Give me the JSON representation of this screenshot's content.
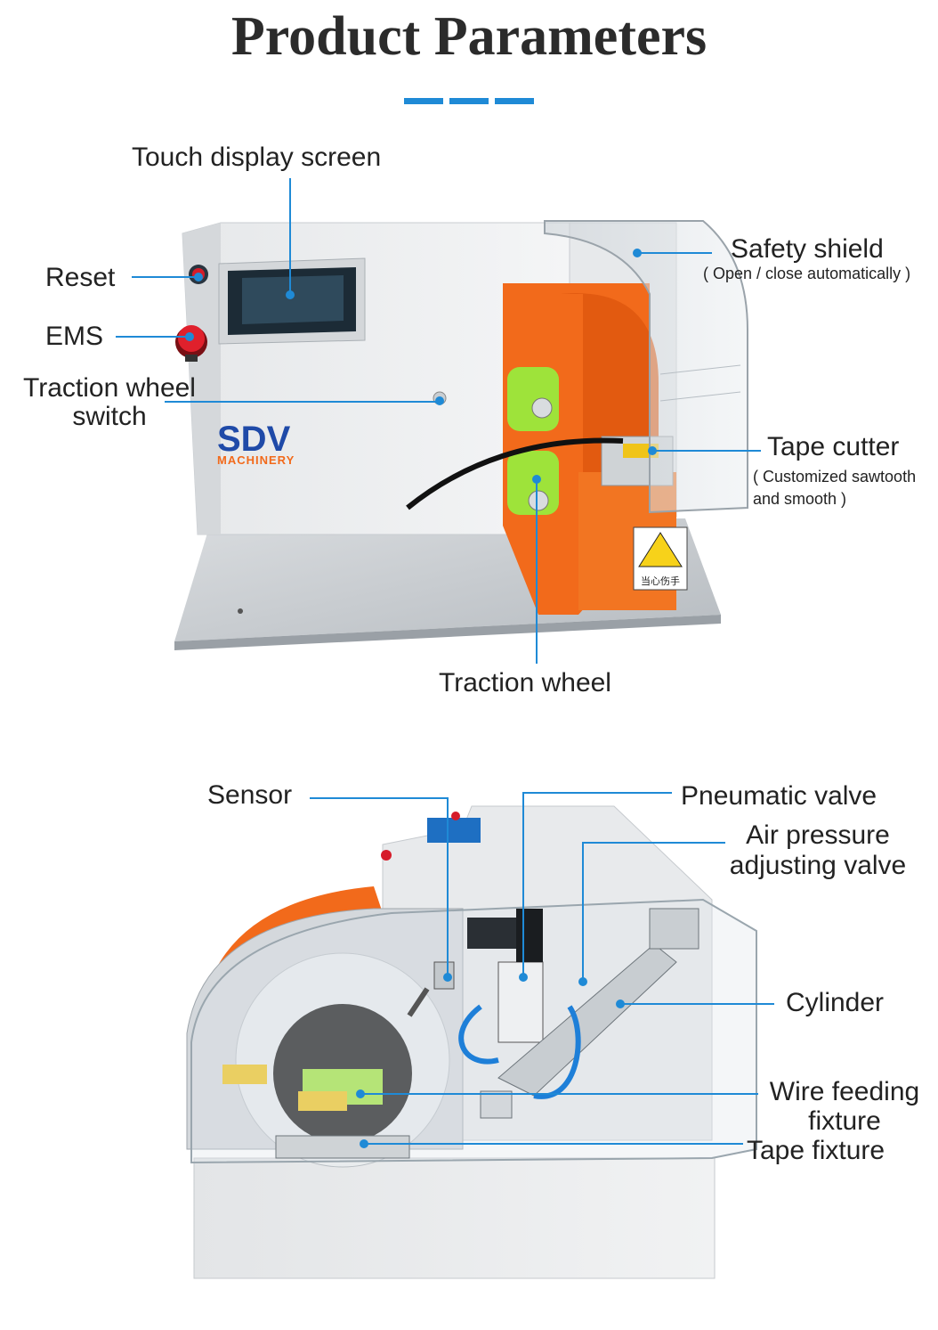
{
  "title": "Product Parameters",
  "colors": {
    "accent": "#1f8ad6",
    "orange": "#f26a1b",
    "green": "#9ee33a",
    "panel": "#eef0f1"
  },
  "machine1": {
    "brand": "SDV",
    "brand_sub": "MACHINERY",
    "warning_text": "当心伤手",
    "labels": {
      "touch_display": "Touch display screen",
      "reset": "Reset",
      "ems": "EMS",
      "traction_switch_1": "Traction wheel",
      "traction_switch_2": "switch",
      "safety_shield": "Safety shield",
      "safety_shield_sub": "( Open / close automatically )",
      "tape_cutter": "Tape cutter",
      "tape_cutter_sub_1": "( Customized sawtooth",
      "tape_cutter_sub_2": "and smooth )",
      "traction_wheel": "Traction wheel"
    }
  },
  "machine2": {
    "labels": {
      "sensor": "Sensor",
      "pneumatic_valve": "Pneumatic valve",
      "air_pressure_1": "Air pressure",
      "air_pressure_2": "adjusting valve",
      "cylinder": "Cylinder",
      "wire_feeding_1": "Wire feeding",
      "wire_feeding_2": "fixture",
      "tape_fixture": "Tape fixture"
    }
  }
}
